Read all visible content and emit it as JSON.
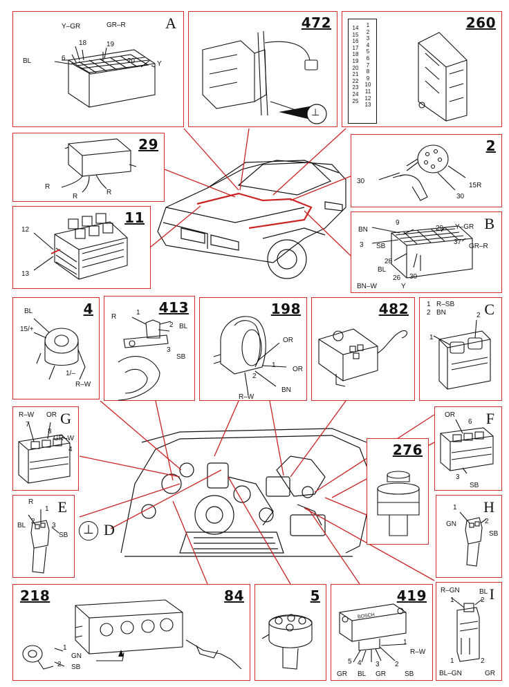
{
  "panels": {
    "A": {
      "id": "A",
      "wires": {
        "w18": "18",
        "w19": "19",
        "w20": "20",
        "w6": "6",
        "ygr": "Y–GR",
        "grr": "GR–R",
        "bl": "BL",
        "y": "Y"
      }
    },
    "p472": {
      "id": "472"
    },
    "p260": {
      "id": "260",
      "pins_left": [
        "14",
        "15",
        "16",
        "17",
        "18",
        "19",
        "20",
        "21",
        "22",
        "23",
        "24",
        "25"
      ],
      "pins_right": [
        "1",
        "2",
        "3",
        "4",
        "5",
        "6",
        "7",
        "8",
        "9",
        "10",
        "11",
        "12",
        "13"
      ]
    },
    "p29": {
      "id": "29",
      "wires": {
        "r1": "R",
        "r2": "R",
        "r3": "R"
      }
    },
    "p2": {
      "id": "2",
      "wires": {
        "w30a": "30",
        "w30b": "30",
        "w15r": "15R"
      }
    },
    "p11": {
      "id": "11",
      "wires": {
        "w12": "12",
        "w13": "13"
      }
    },
    "B": {
      "id": "B",
      "wires": {
        "w9": "9",
        "bn": "BN",
        "w29": "29",
        "ygr": "Y–GR",
        "w3": "3",
        "sb": "SB",
        "w37": "37",
        "grr": "GR–R",
        "w28": "28",
        "bl": "BL",
        "w26": "26",
        "w30": "30",
        "bnw": "BN–W",
        "y": "Y"
      }
    },
    "p4": {
      "id": "4",
      "wires": {
        "bl": "BL",
        "w15": "15/+",
        "w1": "1/–",
        "rw": "R–W"
      }
    },
    "p413": {
      "id": "413",
      "wires": {
        "r": "R",
        "w1": "1",
        "w2": "2",
        "bl": "BL",
        "w3": "3",
        "sb": "SB"
      }
    },
    "p198": {
      "id": "198",
      "wires": {
        "or1": "OR",
        "w1": "1",
        "or2": "OR",
        "w2": "2",
        "bn": "BN",
        "rw": "R–W"
      }
    },
    "p482": {
      "id": "482"
    },
    "C": {
      "id": "C",
      "wires": {
        "l1": "1",
        "rsb": "R–SB",
        "l2": "2",
        "bn": "BN",
        "p2": "2",
        "p1": "1"
      }
    },
    "G": {
      "id": "G",
      "wires": {
        "rw": "R–W",
        "or": "OR",
        "w7": "7",
        "w8": "8",
        "grw": "GR–W",
        "w4": "4"
      }
    },
    "F": {
      "id": "F",
      "wires": {
        "or": "OR",
        "w6": "6",
        "w3": "3",
        "sb": "SB"
      }
    },
    "p276": {
      "id": "276"
    },
    "E": {
      "id": "E",
      "wires": {
        "r": "R",
        "w1": "1",
        "w2": "2",
        "bl": "BL",
        "w3": "3",
        "sb": "SB"
      }
    },
    "D": {
      "id": "D",
      "symbol": "⊥"
    },
    "H": {
      "id": "H",
      "wires": {
        "w1": "1",
        "gn": "GN",
        "w2": "2",
        "sb": "SB"
      }
    },
    "p218_84": {
      "id_left": "218",
      "id_right": "84",
      "wires": {
        "w1": "1",
        "gn": "GN",
        "w2": "2",
        "sb": "SB"
      }
    },
    "p5": {
      "id": "5"
    },
    "p419": {
      "id": "419",
      "brand": "BOSCH",
      "wires": {
        "w1": "1",
        "rw": "R–W",
        "w5": "5",
        "w4": "4",
        "w3": "3",
        "w2": "2",
        "gr1": "GR",
        "bl": "BL",
        "gr2": "GR",
        "sb": "SB"
      }
    },
    "I": {
      "id": "I",
      "wires": {
        "rgn": "R–GN",
        "bl": "BL",
        "w1": "1",
        "w2": "2",
        "w1b": "1",
        "w2b": "2",
        "blgn": "BL–GN",
        "gr": "GR"
      }
    },
    "ground_472": "⊥"
  },
  "colors": {
    "frame": "#d42a2a",
    "leader": "#cc2222",
    "ink": "#111111"
  }
}
